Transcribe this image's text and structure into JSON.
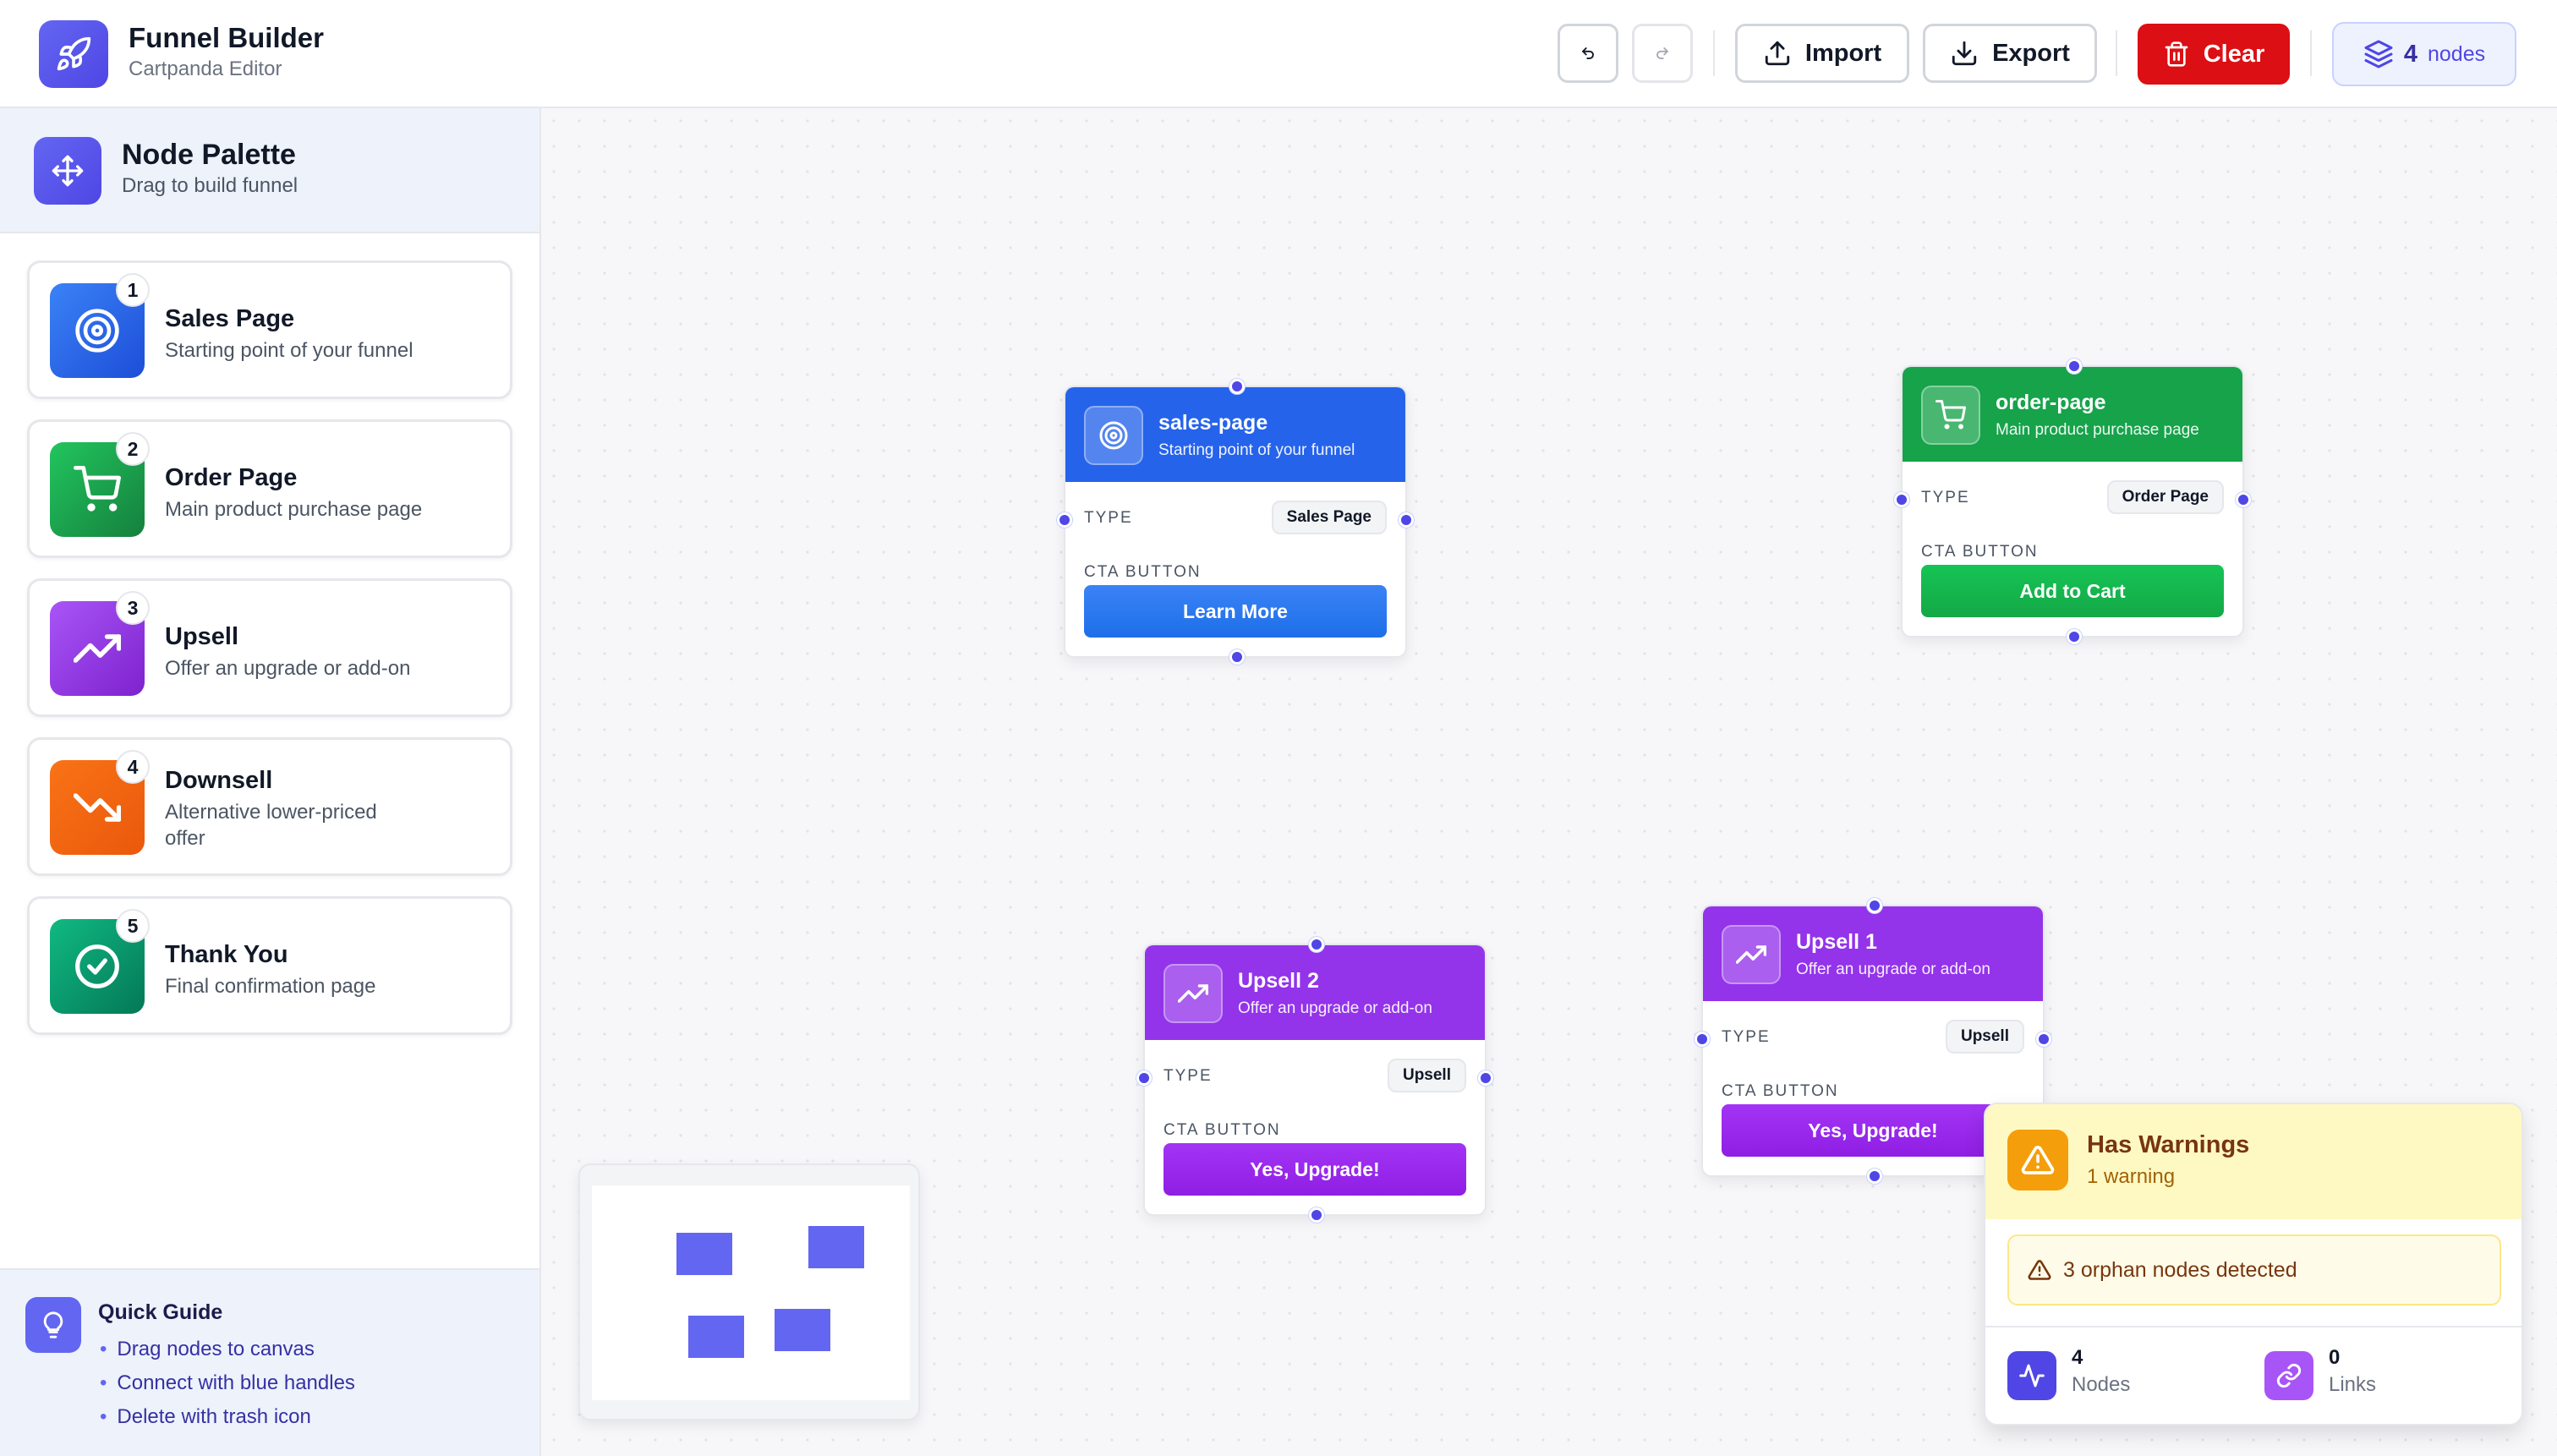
{
  "app": {
    "title": "Funnel Builder",
    "subtitle": "Cartpanda Editor"
  },
  "toolbar": {
    "undo_icon": "undo-icon",
    "redo_icon": "redo-icon",
    "import_label": "Import",
    "export_label": "Export",
    "clear_label": "Clear",
    "node_count": "4",
    "node_count_label": "nodes"
  },
  "palette": {
    "title": "Node Palette",
    "subtitle": "Drag to build funnel",
    "items": [
      {
        "num": "1",
        "title": "Sales Page",
        "desc": "Starting point of your funnel",
        "icon": "target-icon",
        "color": "#2563eb"
      },
      {
        "num": "2",
        "title": "Order Page",
        "desc": "Main product purchase page",
        "icon": "cart-icon",
        "color": "#16a34a"
      },
      {
        "num": "3",
        "title": "Upsell",
        "desc": "Offer an upgrade or add-on",
        "icon": "trending-up-icon",
        "color": "#9333ea"
      },
      {
        "num": "4",
        "title": "Downsell",
        "desc": "Alternative lower-priced offer",
        "icon": "trending-down-icon",
        "color": "#f97316"
      },
      {
        "num": "5",
        "title": "Thank You",
        "desc": "Final confirmation page",
        "icon": "check-circle-icon",
        "color": "#059669"
      }
    ]
  },
  "guide": {
    "title": "Quick Guide",
    "items": [
      "Drag nodes to canvas",
      "Connect with blue handles",
      "Delete with trash icon"
    ]
  },
  "nodes": [
    {
      "title": "sales-page",
      "subtitle": "Starting point of your funnel",
      "type_label": "TYPE",
      "type": "Sales Page",
      "cta_label": "CTA BUTTON",
      "cta": "Learn More",
      "color": "#2563eb"
    },
    {
      "title": "order-page",
      "subtitle": "Main product purchase page",
      "type_label": "TYPE",
      "type": "Order Page",
      "cta_label": "CTA BUTTON",
      "cta": "Add to Cart",
      "color": "#16a34a"
    },
    {
      "title": "Upsell 2",
      "subtitle": "Offer an upgrade or add-on",
      "type_label": "TYPE",
      "type": "Upsell",
      "cta_label": "CTA BUTTON",
      "cta": "Yes, Upgrade!",
      "color": "#9333ea"
    },
    {
      "title": "Upsell 1",
      "subtitle": "Offer an upgrade or add-on",
      "type_label": "TYPE",
      "type": "Upsell",
      "cta_label": "CTA BUTTON",
      "cta": "Yes, Upgrade!",
      "color": "#9333ea"
    }
  ],
  "warnings": {
    "title": "Has Warnings",
    "count": "1 warning",
    "message": "3 orphan nodes detected",
    "nodes_value": "4",
    "nodes_label": "Nodes",
    "links_value": "0",
    "links_label": "Links"
  }
}
